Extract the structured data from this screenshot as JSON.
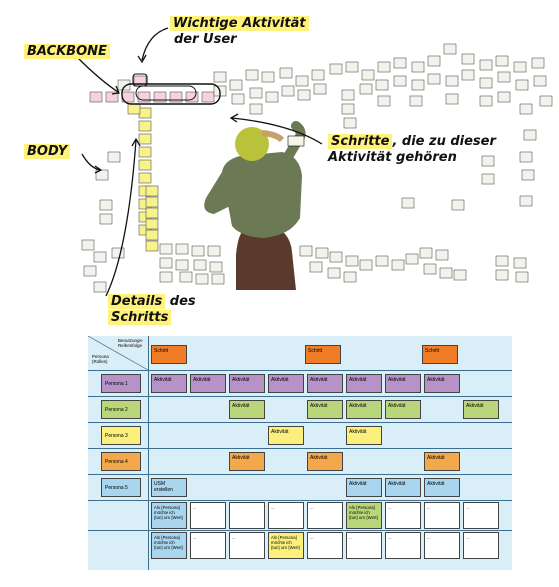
{
  "illustration": {
    "labels": {
      "backbone": "BACKBONE",
      "body": "BODY",
      "important_activity_line1": "Wichtige Aktivität",
      "important_activity_line2": "der User",
      "steps_line1": "Schritte",
      "steps_line1_rest": ", die zu dieser",
      "steps_line2": "Aktivität gehören",
      "details_line1": "Details",
      "details_line1_rest": " des",
      "details_line2": "Schritts"
    },
    "colors": {
      "highlight": "#fff27a",
      "backbone_note": "#f6d3dc",
      "step_note": "#f7f38a",
      "grey_note": "#f3f3ee"
    }
  },
  "story_map": {
    "header": {
      "order_label_line1": "Benutzungs-",
      "order_label_line2": "Reihenfolge",
      "persona_label_line1": "Persona",
      "persona_label_line2": "(Rolles)"
    },
    "step_cards": [
      "Schritt",
      "Schritt",
      "Schritt"
    ],
    "rows": [
      {
        "persona": "Persona 1",
        "color": "#b692c8",
        "cards": [
          "Aktivität",
          "Aktivität",
          "Aktivität",
          "Aktivität",
          "Aktivität",
          "Aktivität",
          "Aktivität",
          "Aktivität"
        ]
      },
      {
        "persona": "Persona 2",
        "color": "#b9d77a",
        "cards": [
          "Aktivität",
          "Aktivität",
          "Aktivität",
          "Aktivität",
          "Aktivität"
        ]
      },
      {
        "persona": "Persona 3",
        "color": "#fbf07e",
        "cards": [
          "Aktivität",
          "Aktivität"
        ]
      },
      {
        "persona": "Persona 4",
        "color": "#f4a84c",
        "cards": [
          "Aktivität",
          "Aktivität",
          "Aktivität"
        ]
      },
      {
        "persona": "Persona 5",
        "color": "#a9d5ee",
        "cards": [
          "USM erstellen",
          "Aktivität",
          "Aktivität",
          "Aktivität"
        ]
      }
    ],
    "story_rows": [
      {
        "cards": [
          {
            "text": "Als {Persona} möchte ich {tun} um {Wert}",
            "color": "#a9d5ee"
          },
          {
            "text": "...",
            "color": "#ffffff"
          },
          {
            "text": "",
            "color": "#ffffff"
          },
          {
            "text": "...",
            "color": "#ffffff"
          },
          {
            "text": "...",
            "color": "#ffffff"
          },
          {
            "text": "Als {Persona} möchte ich {tun} um {Wert}",
            "color": "#b9d77a"
          },
          {
            "text": "...",
            "color": "#ffffff"
          },
          {
            "text": "...",
            "color": "#ffffff"
          },
          {
            "text": "...",
            "color": "#ffffff"
          }
        ]
      },
      {
        "cards": [
          {
            "text": "Als {Persona} möchte ich {tun} um {Wert}",
            "color": "#a9d5ee"
          },
          {
            "text": "...",
            "color": "#ffffff"
          },
          {
            "text": "...",
            "color": "#ffffff"
          },
          {
            "text": "Als {Persona} möchte ich {tun} um {Wert}",
            "color": "#fbf07e"
          },
          {
            "text": "...",
            "color": "#ffffff"
          },
          {
            "text": "...",
            "color": "#ffffff"
          },
          {
            "text": "...",
            "color": "#ffffff"
          },
          {
            "text": "...",
            "color": "#ffffff"
          },
          {
            "text": "...",
            "color": "#ffffff"
          }
        ]
      }
    ],
    "colors": {
      "background": "#daeef7",
      "lines": "#3d6f8f",
      "step": "#f07c25"
    }
  }
}
